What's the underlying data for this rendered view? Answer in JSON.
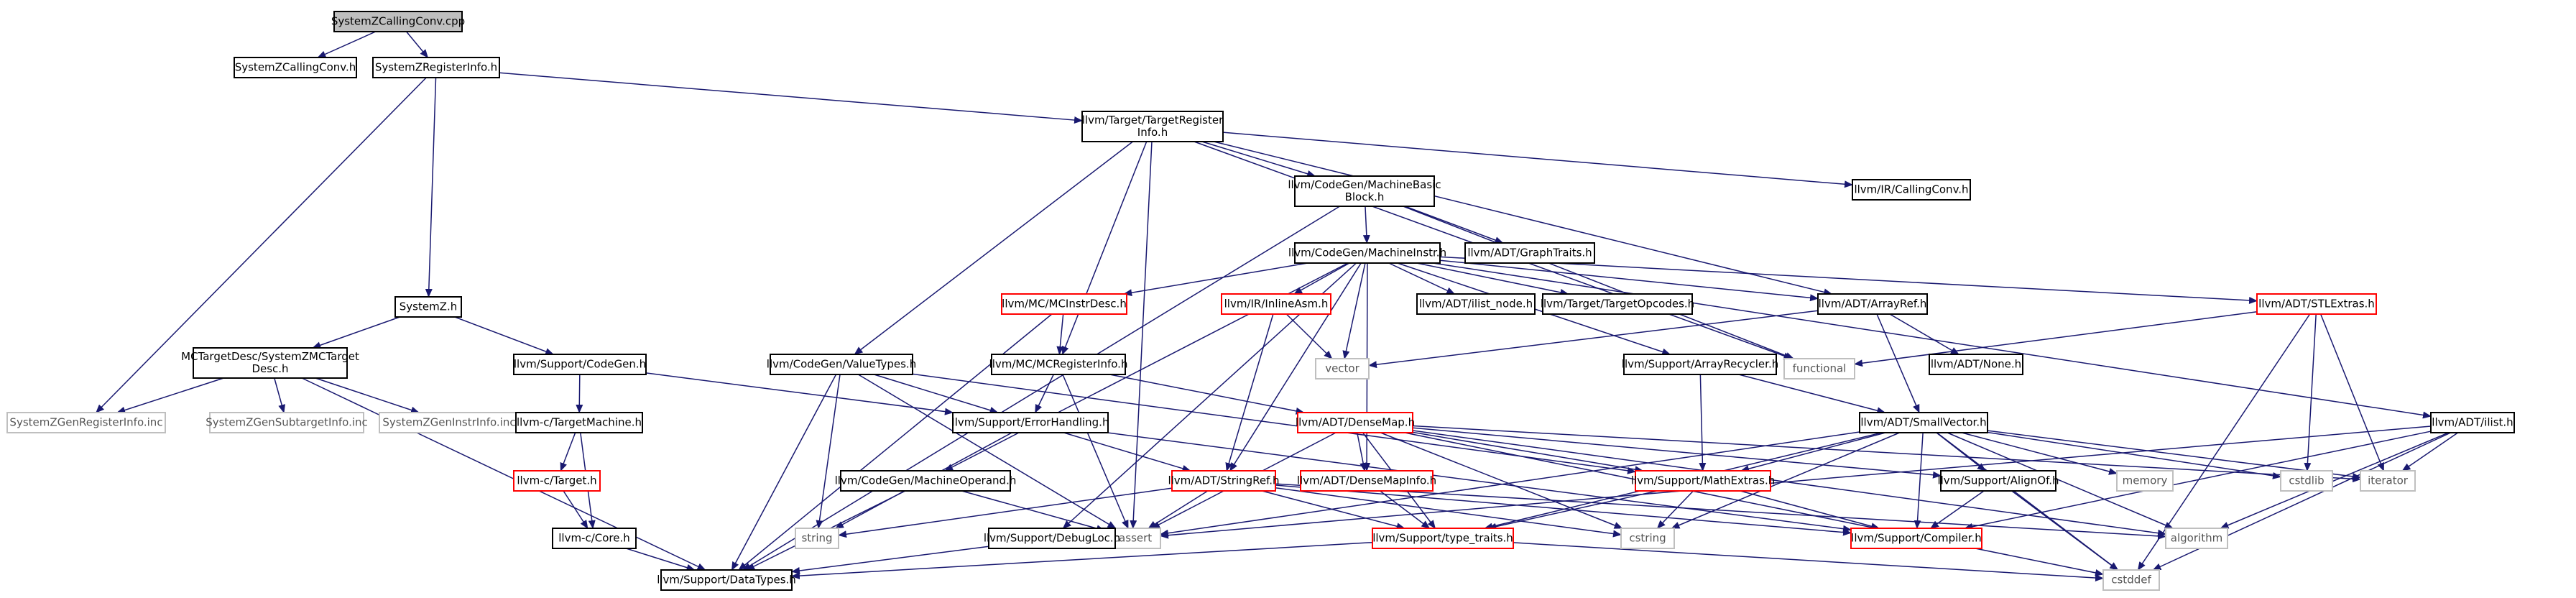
{
  "graph": {
    "edge_color": "#191970",
    "node_colors": {
      "root_fill": "#bfbfbf",
      "normal_border": "#000000",
      "incomplete_border": "#ff0000",
      "external_border": "#bfbfbf"
    },
    "nodes": [
      {
        "id": "cc_cpp",
        "label": [
          "SystemZCallingConv.cpp"
        ],
        "kind": "root"
      },
      {
        "id": "cc_h",
        "label": [
          "SystemZCallingConv.h"
        ],
        "kind": "normal"
      },
      {
        "id": "reginfo_h",
        "label": [
          "SystemZRegisterInfo.h"
        ],
        "kind": "normal"
      },
      {
        "id": "tri_h",
        "label": [
          "llvm/Target/TargetRegister",
          "Info.h"
        ],
        "kind": "normal"
      },
      {
        "id": "genreg_inc",
        "label": [
          "SystemZGenRegisterInfo.inc"
        ],
        "kind": "ext"
      },
      {
        "id": "systemz_h",
        "label": [
          "SystemZ.h"
        ],
        "kind": "normal"
      },
      {
        "id": "mbb_h",
        "label": [
          "llvm/CodeGen/MachineBasic",
          "Block.h"
        ],
        "kind": "normal"
      },
      {
        "id": "ircc_h",
        "label": [
          "llvm/IR/CallingConv.h"
        ],
        "kind": "normal"
      },
      {
        "id": "mi_h",
        "label": [
          "llvm/CodeGen/MachineInstr.h"
        ],
        "kind": "normal"
      },
      {
        "id": "graphtraits_h",
        "label": [
          "llvm/ADT/GraphTraits.h"
        ],
        "kind": "normal"
      },
      {
        "id": "mctd_h",
        "label": [
          "MCTargetDesc/SystemZMCTarget",
          "Desc.h"
        ],
        "kind": "normal"
      },
      {
        "id": "supcodegen_h",
        "label": [
          "llvm/Support/CodeGen.h"
        ],
        "kind": "normal"
      },
      {
        "id": "mcinstrdesc_h",
        "label": [
          "llvm/MC/MCInstrDesc.h"
        ],
        "kind": "red"
      },
      {
        "id": "inlineasm_h",
        "label": [
          "llvm/IR/InlineAsm.h"
        ],
        "kind": "red"
      },
      {
        "id": "ilistnode_h",
        "label": [
          "llvm/ADT/ilist_node.h"
        ],
        "kind": "normal"
      },
      {
        "id": "targetopcodes_h",
        "label": [
          "llvm/Target/TargetOpcodes.h"
        ],
        "kind": "normal"
      },
      {
        "id": "arrayref_h",
        "label": [
          "llvm/ADT/ArrayRef.h"
        ],
        "kind": "normal"
      },
      {
        "id": "stlextras_h",
        "label": [
          "llvm/ADT/STLExtras.h"
        ],
        "kind": "red"
      },
      {
        "id": "valuetypes_h",
        "label": [
          "llvm/CodeGen/ValueTypes.h"
        ],
        "kind": "normal"
      },
      {
        "id": "mcreginfo_h",
        "label": [
          "llvm/MC/MCRegisterInfo.h"
        ],
        "kind": "normal"
      },
      {
        "id": "vector",
        "label": [
          "vector"
        ],
        "kind": "ext"
      },
      {
        "id": "functional",
        "label": [
          "functional"
        ],
        "kind": "ext"
      },
      {
        "id": "arrayrecycler_h",
        "label": [
          "llvm/Support/ArrayRecycler.h"
        ],
        "kind": "normal"
      },
      {
        "id": "none_h",
        "label": [
          "llvm/ADT/None.h"
        ],
        "kind": "normal"
      },
      {
        "id": "gensubtarget_inc",
        "label": [
          "SystemZGenSubtargetInfo.inc"
        ],
        "kind": "ext"
      },
      {
        "id": "geninstr_inc",
        "label": [
          "SystemZGenInstrInfo.inc"
        ],
        "kind": "ext"
      },
      {
        "id": "targetmachine_h",
        "label": [
          "llvm-c/TargetMachine.h"
        ],
        "kind": "normal"
      },
      {
        "id": "errorhandling_h",
        "label": [
          "llvm/Support/ErrorHandling.h"
        ],
        "kind": "normal"
      },
      {
        "id": "densemap_h",
        "label": [
          "llvm/ADT/DenseMap.h"
        ],
        "kind": "red"
      },
      {
        "id": "smallvector_h",
        "label": [
          "llvm/ADT/SmallVector.h"
        ],
        "kind": "normal"
      },
      {
        "id": "ilist_h",
        "label": [
          "llvm/ADT/ilist.h"
        ],
        "kind": "normal"
      },
      {
        "id": "target_h",
        "label": [
          "llvm-c/Target.h"
        ],
        "kind": "red"
      },
      {
        "id": "machineoperand_h",
        "label": [
          "llvm/CodeGen/MachineOperand.h"
        ],
        "kind": "normal"
      },
      {
        "id": "stringref_h",
        "label": [
          "llvm/ADT/StringRef.h"
        ],
        "kind": "red"
      },
      {
        "id": "densemapinfo_h",
        "label": [
          "llvm/ADT/DenseMapInfo.h"
        ],
        "kind": "red"
      },
      {
        "id": "mathextras_h",
        "label": [
          "llvm/Support/MathExtras.h"
        ],
        "kind": "red"
      },
      {
        "id": "alignof_h",
        "label": [
          "llvm/Support/AlignOf.h"
        ],
        "kind": "normal"
      },
      {
        "id": "memory",
        "label": [
          "memory"
        ],
        "kind": "ext"
      },
      {
        "id": "cstdlib",
        "label": [
          "cstdlib"
        ],
        "kind": "ext"
      },
      {
        "id": "iterator",
        "label": [
          "iterator"
        ],
        "kind": "ext"
      },
      {
        "id": "llvmc_core_h",
        "label": [
          "llvm-c/Core.h"
        ],
        "kind": "normal"
      },
      {
        "id": "string",
        "label": [
          "string"
        ],
        "kind": "ext"
      },
      {
        "id": "cassert",
        "label": [
          "cassert"
        ],
        "kind": "ext"
      },
      {
        "id": "debugloc_h",
        "label": [
          "llvm/Support/DebugLoc.h"
        ],
        "kind": "normal"
      },
      {
        "id": "typetraits_h",
        "label": [
          "llvm/Support/type_traits.h"
        ],
        "kind": "red"
      },
      {
        "id": "cstring",
        "label": [
          "cstring"
        ],
        "kind": "ext"
      },
      {
        "id": "compiler_h",
        "label": [
          "llvm/Support/Compiler.h"
        ],
        "kind": "red"
      },
      {
        "id": "algorithm",
        "label": [
          "algorithm"
        ],
        "kind": "ext"
      },
      {
        "id": "datatypes_h",
        "label": [
          "llvm/Support/DataTypes.h"
        ],
        "kind": "normal"
      },
      {
        "id": "cstddef",
        "label": [
          "cstddef"
        ],
        "kind": "ext"
      }
    ],
    "edges": [
      [
        "cc_cpp",
        "cc_h"
      ],
      [
        "cc_cpp",
        "reginfo_h"
      ],
      [
        "reginfo_h",
        "tri_h"
      ],
      [
        "reginfo_h",
        "genreg_inc"
      ],
      [
        "reginfo_h",
        "systemz_h"
      ],
      [
        "tri_h",
        "mbb_h"
      ],
      [
        "tri_h",
        "ircc_h"
      ],
      [
        "tri_h",
        "arrayref_h"
      ],
      [
        "tri_h",
        "valuetypes_h"
      ],
      [
        "tri_h",
        "mcreginfo_h"
      ],
      [
        "tri_h",
        "cassert"
      ],
      [
        "tri_h",
        "functional"
      ],
      [
        "mbb_h",
        "mi_h"
      ],
      [
        "mbb_h",
        "graphtraits_h"
      ],
      [
        "mbb_h",
        "datatypes_h"
      ],
      [
        "mbb_h",
        "functional"
      ],
      [
        "mi_h",
        "mcinstrdesc_h"
      ],
      [
        "mi_h",
        "inlineasm_h"
      ],
      [
        "mi_h",
        "ilistnode_h"
      ],
      [
        "mi_h",
        "targetopcodes_h"
      ],
      [
        "mi_h",
        "arrayref_h"
      ],
      [
        "mi_h",
        "stlextras_h"
      ],
      [
        "mi_h",
        "arrayrecycler_h"
      ],
      [
        "mi_h",
        "vector"
      ],
      [
        "mi_h",
        "stringref_h"
      ],
      [
        "mi_h",
        "densemapinfo_h"
      ],
      [
        "mi_h",
        "debugloc_h"
      ],
      [
        "mi_h",
        "machineoperand_h"
      ],
      [
        "mi_h",
        "ilist_h"
      ],
      [
        "systemz_h",
        "mctd_h"
      ],
      [
        "systemz_h",
        "supcodegen_h"
      ],
      [
        "mctd_h",
        "genreg_inc"
      ],
      [
        "mctd_h",
        "gensubtarget_inc"
      ],
      [
        "mctd_h",
        "geninstr_inc"
      ],
      [
        "mctd_h",
        "datatypes_h"
      ],
      [
        "supcodegen_h",
        "targetmachine_h"
      ],
      [
        "supcodegen_h",
        "errorhandling_h"
      ],
      [
        "targetmachine_h",
        "target_h"
      ],
      [
        "targetmachine_h",
        "llvmc_core_h"
      ],
      [
        "target_h",
        "llvmc_core_h"
      ],
      [
        "llvmc_core_h",
        "datatypes_h"
      ],
      [
        "mcinstrdesc_h",
        "mcreginfo_h"
      ],
      [
        "mcinstrdesc_h",
        "datatypes_h"
      ],
      [
        "inlineasm_h",
        "stringref_h"
      ],
      [
        "inlineasm_h",
        "vector"
      ],
      [
        "arrayref_h",
        "smallvector_h"
      ],
      [
        "arrayref_h",
        "none_h"
      ],
      [
        "arrayref_h",
        "vector"
      ],
      [
        "stlextras_h",
        "functional"
      ],
      [
        "stlextras_h",
        "cstddef"
      ],
      [
        "stlextras_h",
        "cstdlib"
      ],
      [
        "stlextras_h",
        "iterator"
      ],
      [
        "valuetypes_h",
        "errorhandling_h"
      ],
      [
        "valuetypes_h",
        "mathextras_h"
      ],
      [
        "valuetypes_h",
        "cassert"
      ],
      [
        "valuetypes_h",
        "string"
      ],
      [
        "valuetypes_h",
        "datatypes_h"
      ],
      [
        "mcreginfo_h",
        "errorhandling_h"
      ],
      [
        "mcreginfo_h",
        "densemap_h"
      ],
      [
        "mcreginfo_h",
        "cassert"
      ],
      [
        "arrayrecycler_h",
        "mathextras_h"
      ],
      [
        "arrayrecycler_h",
        "smallvector_h"
      ],
      [
        "errorhandling_h",
        "stringref_h"
      ],
      [
        "errorhandling_h",
        "compiler_h"
      ],
      [
        "errorhandling_h",
        "string"
      ],
      [
        "densemap_h",
        "densemapinfo_h"
      ],
      [
        "densemap_h",
        "mathextras_h"
      ],
      [
        "densemap_h",
        "alignof_h"
      ],
      [
        "densemap_h",
        "typetraits_h"
      ],
      [
        "densemap_h",
        "cassert"
      ],
      [
        "densemap_h",
        "cstring"
      ],
      [
        "densemap_h",
        "cstddef"
      ],
      [
        "densemap_h",
        "iterator"
      ],
      [
        "densemap_h",
        "algorithm"
      ],
      [
        "smallvector_h",
        "alignof_h"
      ],
      [
        "smallvector_h",
        "compiler_h"
      ],
      [
        "smallvector_h",
        "mathextras_h"
      ],
      [
        "smallvector_h",
        "typetraits_h"
      ],
      [
        "smallvector_h",
        "algorithm"
      ],
      [
        "smallvector_h",
        "cassert"
      ],
      [
        "smallvector_h",
        "cstddef"
      ],
      [
        "smallvector_h",
        "cstdlib"
      ],
      [
        "smallvector_h",
        "cstring"
      ],
      [
        "smallvector_h",
        "iterator"
      ],
      [
        "smallvector_h",
        "memory"
      ],
      [
        "ilist_h",
        "compiler_h"
      ],
      [
        "ilist_h",
        "algorithm"
      ],
      [
        "ilist_h",
        "cassert"
      ],
      [
        "ilist_h",
        "cstddef"
      ],
      [
        "ilist_h",
        "iterator"
      ],
      [
        "machineoperand_h",
        "datatypes_h"
      ],
      [
        "machineoperand_h",
        "cassert"
      ],
      [
        "stringref_h",
        "typetraits_h"
      ],
      [
        "stringref_h",
        "compiler_h"
      ],
      [
        "stringref_h",
        "algorithm"
      ],
      [
        "stringref_h",
        "cassert"
      ],
      [
        "stringref_h",
        "cstring"
      ],
      [
        "stringref_h",
        "string"
      ],
      [
        "densemapinfo_h",
        "typetraits_h"
      ],
      [
        "mathextras_h",
        "compiler_h"
      ],
      [
        "mathextras_h",
        "typetraits_h"
      ],
      [
        "mathextras_h",
        "cstring"
      ],
      [
        "alignof_h",
        "compiler_h"
      ],
      [
        "alignof_h",
        "cstddef"
      ],
      [
        "debugloc_h",
        "datatypes_h"
      ],
      [
        "typetraits_h",
        "datatypes_h"
      ],
      [
        "typetraits_h",
        "cstddef"
      ]
    ]
  }
}
